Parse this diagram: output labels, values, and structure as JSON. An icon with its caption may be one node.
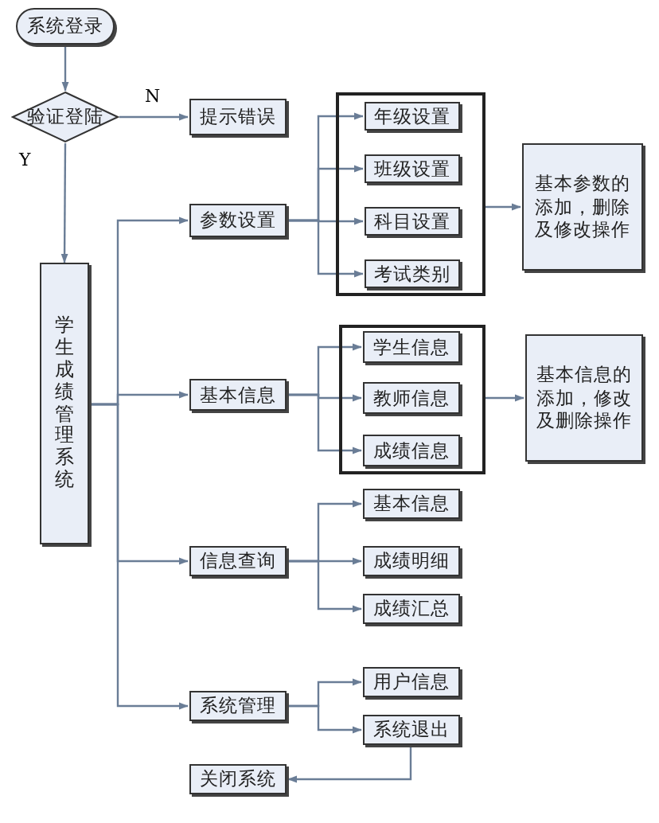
{
  "diagram": {
    "nodes": [
      {
        "text": [
          "系统登录"
        ]
      },
      {
        "text": [
          "验证登陆"
        ]
      },
      {
        "text": [
          "提示错误"
        ]
      },
      {
        "text": [
          "学生成绩管理系统"
        ]
      },
      {
        "text": [
          "参数设置"
        ]
      },
      {
        "text": [],
        "shape": "box"
      },
      {
        "text": [
          "年级设置"
        ],
        "in": 5
      },
      {
        "text": [
          "班级设置"
        ],
        "in": 5
      },
      {
        "text": [
          "科目设置"
        ],
        "in": 5
      },
      {
        "text": [
          "考试类别"
        ],
        "in": 5
      },
      {
        "text": [
          "基本参数的添加，删除及修改操作"
        ]
      },
      {
        "text": [
          "基本信息"
        ]
      },
      {
        "text": [],
        "shape": "box"
      },
      {
        "text": [
          "学生信息"
        ],
        "in": 12
      },
      {
        "text": [
          "教师信息"
        ],
        "in": 12
      },
      {
        "text": [
          "成绩信息"
        ],
        "in": 12
      },
      {
        "text": [
          "基本信息的添加，修改及删除操作"
        ]
      },
      {
        "text": [
          "信息查询"
        ]
      },
      {
        "text": [
          "基本信息"
        ]
      },
      {
        "text": [
          "成绩明细"
        ]
      },
      {
        "text": [
          "成绩汇总"
        ]
      },
      {
        "text": [
          "系统管理"
        ]
      },
      {
        "text": [
          "用户信息"
        ]
      },
      {
        "text": [
          "系统退出"
        ]
      },
      {
        "text": [
          "关闭系统"
        ]
      }
    ],
    "edges": [
      {
        "from": 0,
        "to": 1,
        "arrow": "to"
      },
      {
        "from": 1,
        "to": 2,
        "arrow": "to",
        "label": "N"
      },
      {
        "from": 1,
        "to": 3,
        "arrow": "to",
        "label": "Y"
      },
      {
        "from": 3,
        "to": 4,
        "arrow": "to"
      },
      {
        "from": 3,
        "to": 11,
        "arrow": "to"
      },
      {
        "from": 3,
        "to": 17,
        "arrow": "to"
      },
      {
        "from": 3,
        "to": 21,
        "arrow": "to"
      },
      {
        "from": 4,
        "to": 6,
        "arrow": "to"
      },
      {
        "from": 4,
        "to": 7,
        "arrow": "to"
      },
      {
        "from": 4,
        "to": 8,
        "arrow": "to"
      },
      {
        "from": 4,
        "to": 9,
        "arrow": "to"
      },
      {
        "from": 5,
        "to": 10,
        "arrow": "to"
      },
      {
        "from": 11,
        "to": 13,
        "arrow": "to"
      },
      {
        "from": 11,
        "to": 14,
        "arrow": "to"
      },
      {
        "from": 11,
        "to": 15,
        "arrow": "to"
      },
      {
        "from": 12,
        "to": 16,
        "arrow": "to"
      },
      {
        "from": 17,
        "to": 18,
        "arrow": "to"
      },
      {
        "from": 17,
        "to": 19,
        "arrow": "to"
      },
      {
        "from": 17,
        "to": 20,
        "arrow": "to"
      },
      {
        "from": 21,
        "to": 22,
        "arrow": "to"
      },
      {
        "from": 21,
        "to": 23,
        "arrow": "to"
      },
      {
        "from": 23,
        "to": 24,
        "arrow": "to"
      }
    ]
  }
}
